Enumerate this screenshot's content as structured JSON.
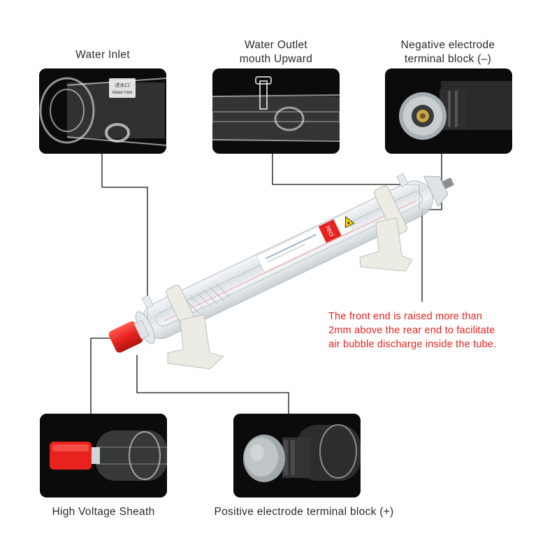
{
  "callouts": {
    "water_inlet": {
      "label": "Water Inlet",
      "tag_cn": "进水口",
      "tag_en": "Water Inlet"
    },
    "water_outlet": {
      "label_line1": "Water Outlet",
      "label_line2": "mouth Upward"
    },
    "negative_terminal": {
      "label_line1": "Negative electrode",
      "label_line2": "terminal block (–)"
    },
    "hv_sheath": {
      "label": "High Voltage Sheath"
    },
    "positive_terminal": {
      "label": "Positive electrode terminal block (+)"
    }
  },
  "note": {
    "line1": "The front end is raised more than",
    "line2": "2mm above the rear end to facilitate",
    "line3": "air bubble discharge inside the tube."
  },
  "tube": {
    "brand": "reci"
  },
  "colors": {
    "note_red": "#e8231f",
    "cap_red": "#e8231f",
    "panel_bg": "#0b0b0b",
    "leader": "#111111",
    "glass": "#cfd6db"
  },
  "icons": {
    "warning": "laser-warning-icon"
  }
}
